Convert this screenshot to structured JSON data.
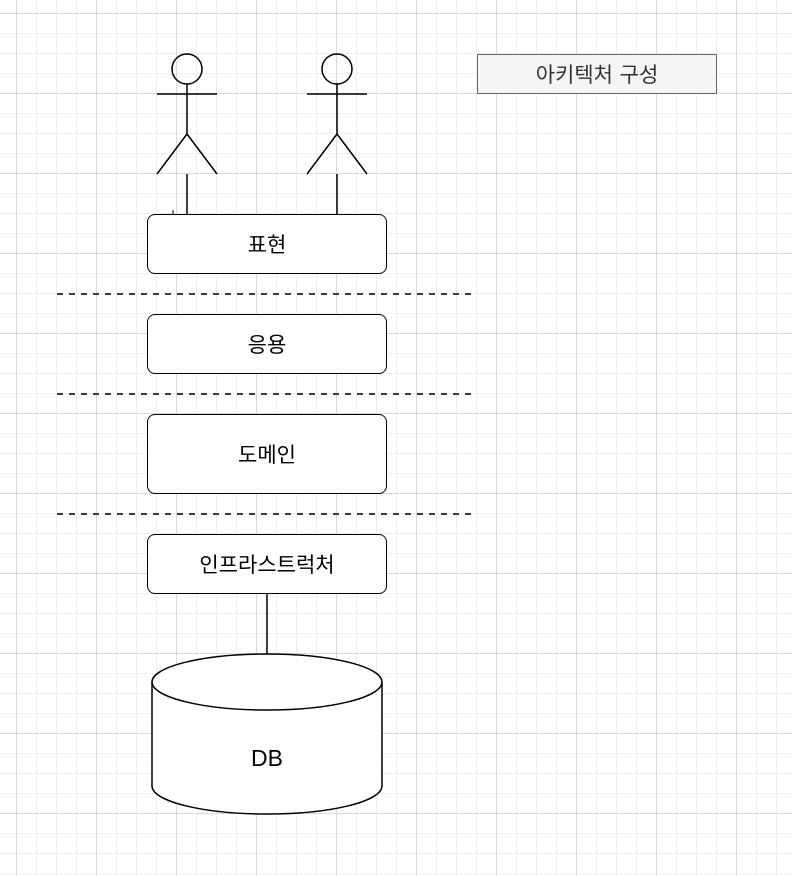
{
  "diagram": {
    "title": "아키텍처 구성",
    "layers": [
      {
        "id": "presentation",
        "label": "표현"
      },
      {
        "id": "application",
        "label": "응용"
      },
      {
        "id": "domain",
        "label": "도메인"
      },
      {
        "id": "infrastructure",
        "label": "인프라스트럭처"
      }
    ],
    "database": {
      "label": "DB"
    },
    "actors": [
      {
        "id": "actor-1",
        "icon": "stick-figure-icon"
      },
      {
        "id": "actor-2",
        "icon": "stick-figure-icon"
      }
    ],
    "colors": {
      "stroke": "#000000",
      "title_background": "#f5f5f5",
      "title_border": "#666666",
      "title_text": "#333333",
      "grid": "#d9d9d9"
    }
  }
}
